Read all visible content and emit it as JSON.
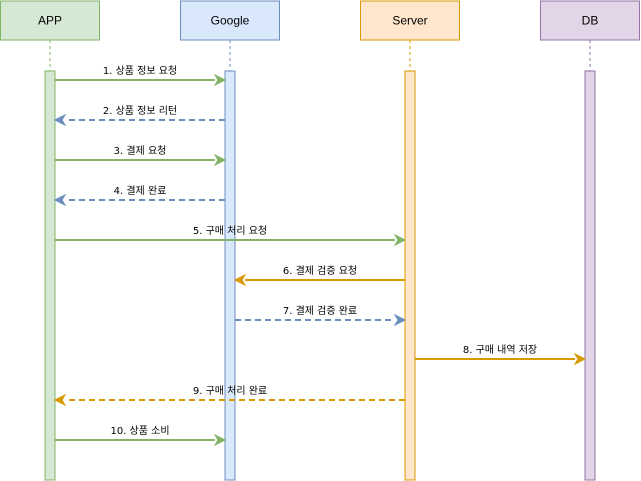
{
  "diagram": {
    "type": "sequence",
    "participants": [
      {
        "id": "app",
        "label": "APP",
        "fill": "#d5e8d4",
        "stroke": "#82b366"
      },
      {
        "id": "google",
        "label": "Google",
        "fill": "#dae8fc",
        "stroke": "#6c8ebf"
      },
      {
        "id": "server",
        "label": "Server",
        "fill": "#ffe6cc",
        "stroke": "#d79b00"
      },
      {
        "id": "db",
        "label": "DB",
        "fill": "#e1d5e7",
        "stroke": "#9673a6"
      }
    ],
    "messages": [
      {
        "label": "1. 상품 정보 요청",
        "from": "app",
        "to": "google",
        "style": "solid",
        "color": "#82b366"
      },
      {
        "label": "2. 상품 정보 리턴",
        "from": "google",
        "to": "app",
        "style": "dashed",
        "color": "#6c8ebf"
      },
      {
        "label": "3. 결제 요청",
        "from": "app",
        "to": "google",
        "style": "solid",
        "color": "#82b366"
      },
      {
        "label": "4. 결제 완료",
        "from": "google",
        "to": "app",
        "style": "dashed",
        "color": "#6c8ebf"
      },
      {
        "label": "5. 구매 처리 요청",
        "from": "app",
        "to": "server",
        "style": "solid",
        "color": "#82b366"
      },
      {
        "label": "6. 결제 검증 요청",
        "from": "server",
        "to": "google",
        "style": "solid",
        "color": "#d79b00"
      },
      {
        "label": "7. 결제 검증 완료",
        "from": "google",
        "to": "server",
        "style": "dashed",
        "color": "#6c8ebf"
      },
      {
        "label": "8. 구매 내역 저장",
        "from": "server",
        "to": "db",
        "style": "solid",
        "color": "#d79b00"
      },
      {
        "label": "9. 구매 처리 완료",
        "from": "server",
        "to": "app",
        "style": "dashed",
        "color": "#d79b00"
      },
      {
        "label": "10. 상품 소비",
        "from": "app",
        "to": "google",
        "style": "solid",
        "color": "#82b366"
      }
    ]
  }
}
